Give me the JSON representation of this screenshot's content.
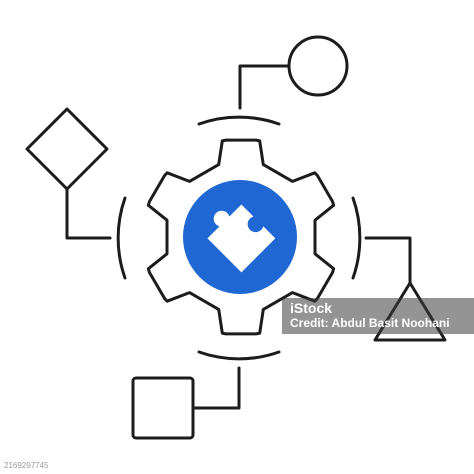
{
  "colors": {
    "stroke": "#1c1c1c",
    "accent": "#1f67d2",
    "background": "#ffffff"
  },
  "icon": "puzzle-piece-icon",
  "watermark": {
    "logo": "iStock",
    "credit": "Credit: Abdul Basit Noohani"
  },
  "image_id": "2169297745"
}
